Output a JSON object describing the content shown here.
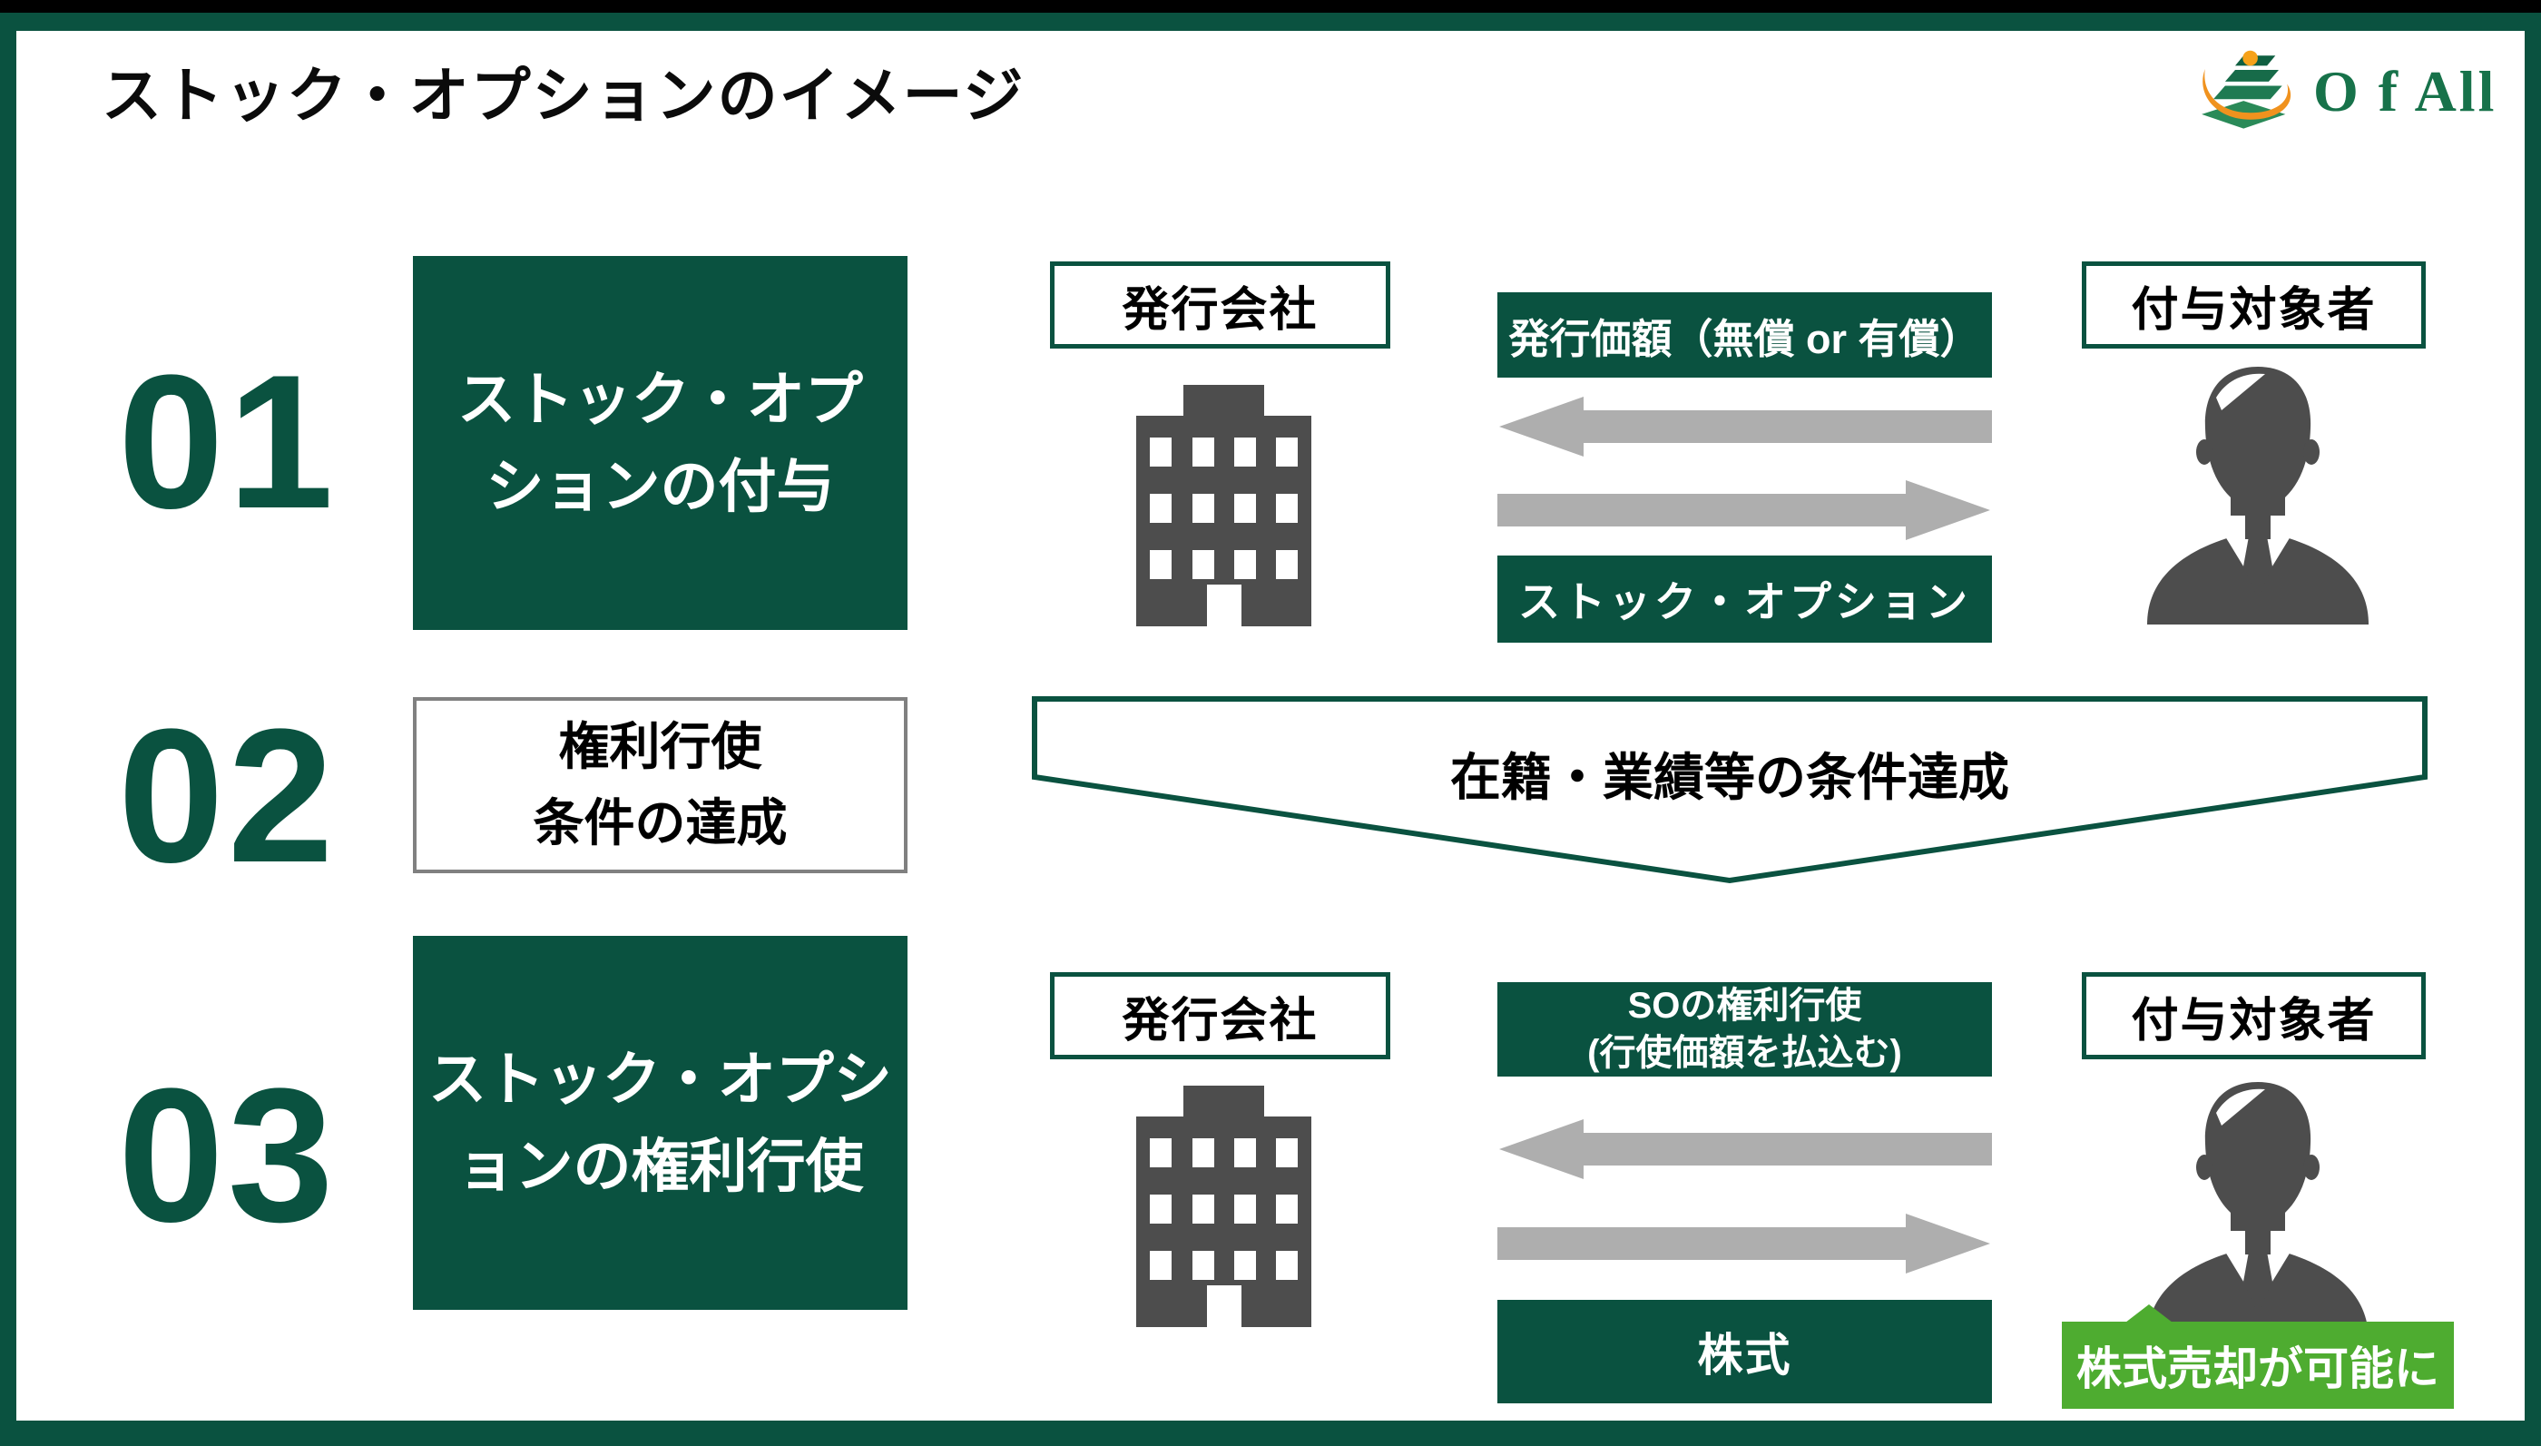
{
  "page": {
    "title": "ストック・オプションのイメージ",
    "logo": {
      "text": "O f All"
    },
    "colors": {
      "dark_green": "#0A5240",
      "badge_green": "#4EAC30",
      "arrow_gray": "#AEAEAE",
      "icon_gray": "#4D4D4D",
      "step2_border_gray": "#808080"
    }
  },
  "steps": [
    {
      "number": "01",
      "line1": "ストック・オプ",
      "line2": "ションの付与"
    },
    {
      "number": "02",
      "line1": "権利行使",
      "line2": "条件の達成"
    },
    {
      "number": "03",
      "line1": "ストック・オプシ",
      "line2": "ョンの権利行使"
    }
  ],
  "flow1": {
    "issuer": "発行会社",
    "grantee": "付与対象者",
    "price_banner": "発行価額（無償 or 有償）",
    "grant_banner": "ストック・オプション"
  },
  "flow2": {
    "condition_banner": "在籍・業績等の条件達成"
  },
  "flow3": {
    "issuer": "発行会社",
    "grantee": "付与対象者",
    "exercise_banner_line1": "SOの権利行使",
    "exercise_banner_line2": "(行使価額を払込む)",
    "share_banner": "株式",
    "sale_badge": "株式売却が可能に"
  }
}
